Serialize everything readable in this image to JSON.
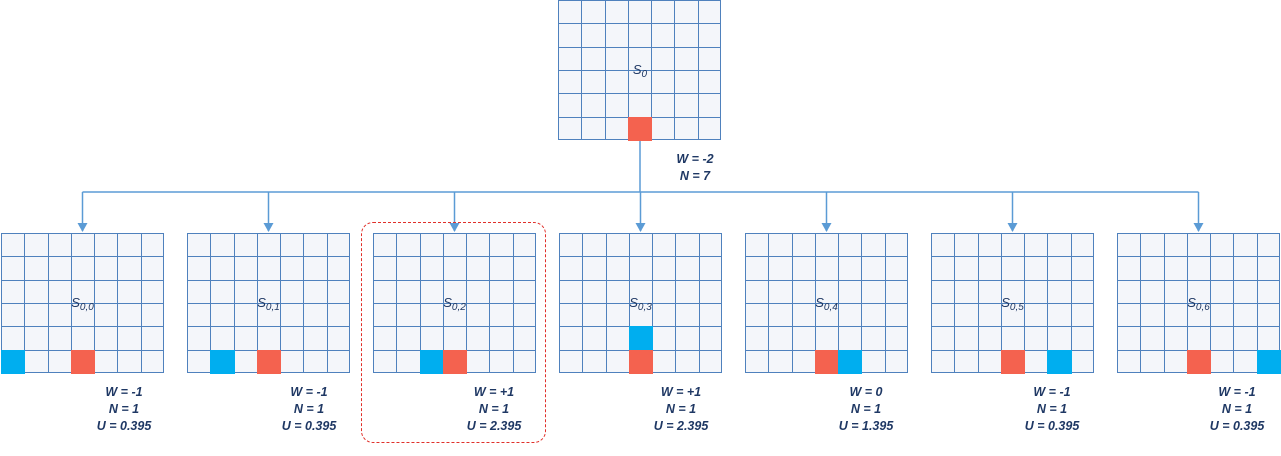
{
  "colors": {
    "grid_line": "#4f81bd",
    "cell_fill": "#f4f6fa",
    "red_piece": "#f4624f",
    "blue_piece": "#00aeef",
    "text": "#1f3864",
    "connector": "#5b9bd5",
    "highlight_border": "#e0302a"
  },
  "board_grid": {
    "columns": 7,
    "rows": 6
  },
  "root": {
    "label_base": "S",
    "label_sub": "0",
    "pieces": [
      {
        "color": "red",
        "col": 3,
        "row": 5
      }
    ],
    "stats": {
      "w": "W = -2",
      "n": "N = 7"
    }
  },
  "children": [
    {
      "label_base": "S",
      "label_sub": "0,0",
      "pieces": [
        {
          "color": "blue",
          "col": 0,
          "row": 5
        },
        {
          "color": "red",
          "col": 3,
          "row": 5
        }
      ],
      "stats": {
        "w": "W = -1",
        "n": "N = 1",
        "u": "U = 0.395"
      }
    },
    {
      "label_base": "S",
      "label_sub": "0,1",
      "pieces": [
        {
          "color": "blue",
          "col": 1,
          "row": 5
        },
        {
          "color": "red",
          "col": 3,
          "row": 5
        }
      ],
      "stats": {
        "w": "W = -1",
        "n": "N = 1",
        "u": "U = 0.395"
      }
    },
    {
      "label_base": "S",
      "label_sub": "0,2",
      "pieces": [
        {
          "color": "blue",
          "col": 2,
          "row": 5
        },
        {
          "color": "red",
          "col": 3,
          "row": 5
        }
      ],
      "stats": {
        "w": "W = +1",
        "n": "N = 1",
        "u": "U = 2.395"
      },
      "highlighted": true
    },
    {
      "label_base": "S",
      "label_sub": "0,3",
      "pieces": [
        {
          "color": "blue",
          "col": 3,
          "row": 4
        },
        {
          "color": "red",
          "col": 3,
          "row": 5
        }
      ],
      "stats": {
        "w": "W = +1",
        "n": "N = 1",
        "u": "U = 2.395"
      }
    },
    {
      "label_base": "S",
      "label_sub": "0,4",
      "pieces": [
        {
          "color": "red",
          "col": 3,
          "row": 5
        },
        {
          "color": "blue",
          "col": 4,
          "row": 5
        }
      ],
      "stats": {
        "w": "W = 0",
        "n": "N = 1",
        "u": "U = 1.395"
      }
    },
    {
      "label_base": "S",
      "label_sub": "0,5",
      "pieces": [
        {
          "color": "red",
          "col": 3,
          "row": 5
        },
        {
          "color": "blue",
          "col": 5,
          "row": 5
        }
      ],
      "stats": {
        "w": "W = -1",
        "n": "N = 1",
        "u": "U = 0.395"
      }
    },
    {
      "label_base": "S",
      "label_sub": "0,6",
      "pieces": [
        {
          "color": "red",
          "col": 3,
          "row": 5
        },
        {
          "color": "blue",
          "col": 6,
          "row": 5
        }
      ],
      "stats": {
        "w": "W = -1",
        "n": "N = 1",
        "u": "U = 0.395"
      }
    }
  ]
}
